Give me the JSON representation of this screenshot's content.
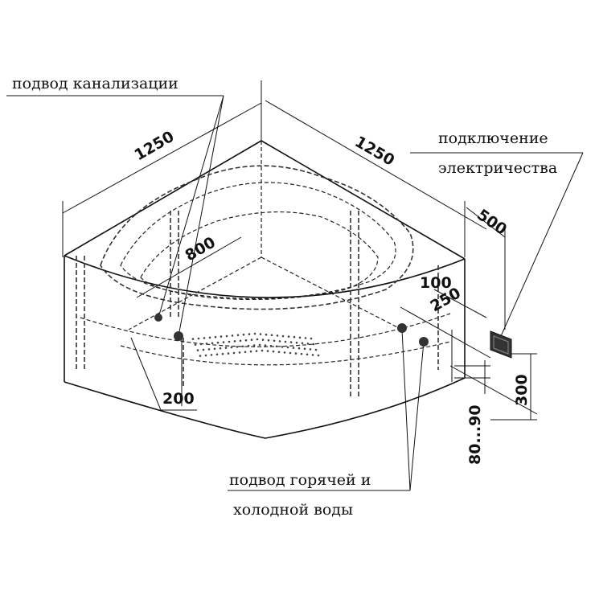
{
  "labels": {
    "drain": "подвод канализации",
    "electric_line1": "подключение",
    "electric_line2": "электричества",
    "water_line1": "подвод горячей и",
    "water_line2": "холодной воды"
  },
  "dimensions": {
    "width_left": "1250",
    "width_right": "1250",
    "inner": "800",
    "elec_offset": "500",
    "edge_100": "100",
    "edge_250": "250",
    "drain_200": "200",
    "height_300": "300",
    "height_range": "80...90"
  },
  "colors": {
    "line": "#111111",
    "socket": "#333333"
  }
}
